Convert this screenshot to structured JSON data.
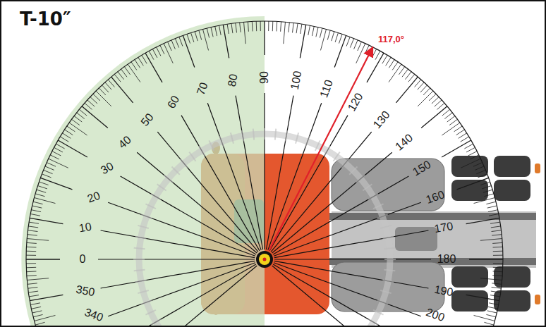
{
  "diagram": {
    "title": "T-10″",
    "labels": [
      "0",
      "10",
      "20",
      "30",
      "40",
      "50",
      "60",
      "70",
      "80",
      "90",
      "100",
      "110",
      "120",
      "130",
      "140",
      "150",
      "160",
      "170",
      "180",
      "190",
      "200",
      "350",
      "340",
      "117,0°"
    ]
  }
}
